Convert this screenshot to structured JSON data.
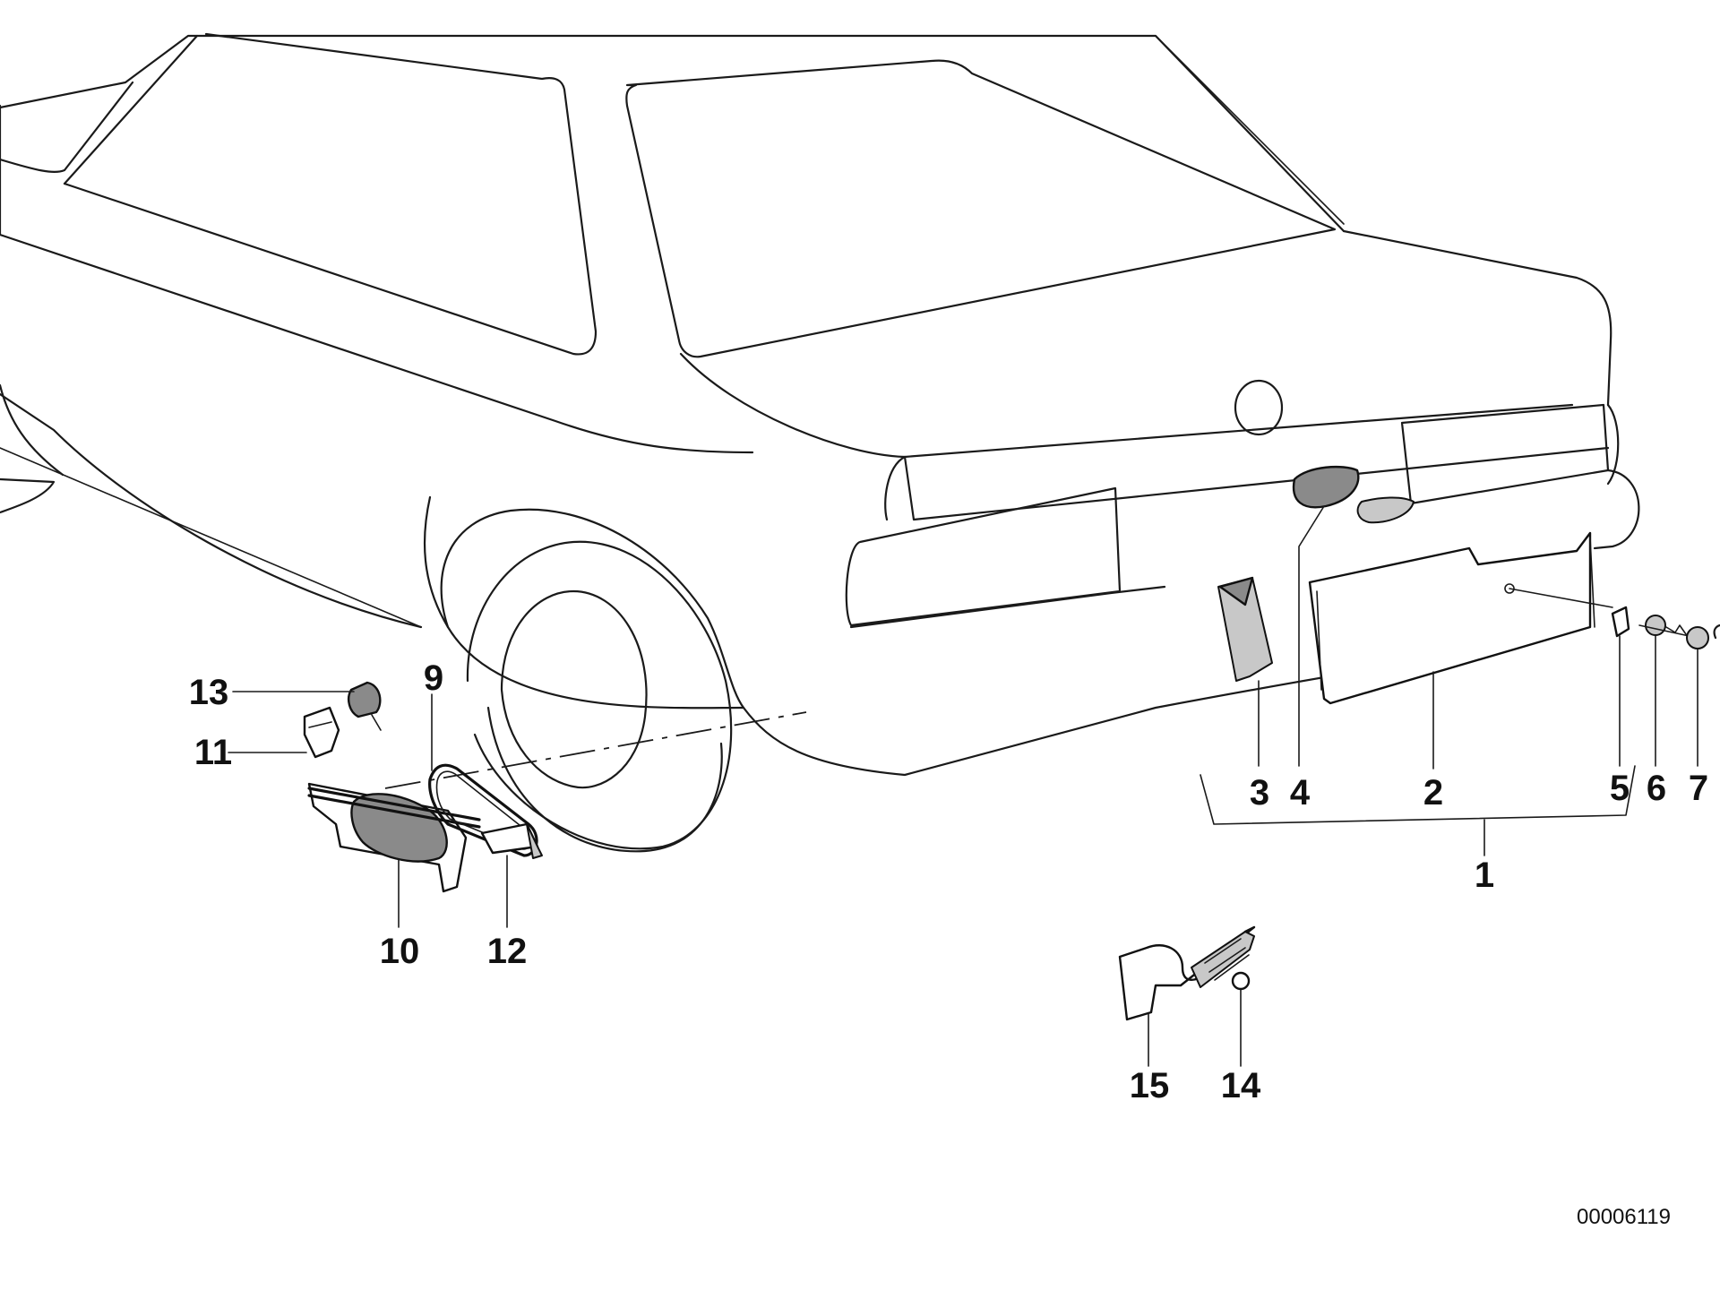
{
  "diagram": {
    "callouts": [
      {
        "id": "1",
        "label": "1"
      },
      {
        "id": "2",
        "label": "2"
      },
      {
        "id": "3",
        "label": "3"
      },
      {
        "id": "4",
        "label": "4"
      },
      {
        "id": "5",
        "label": "5"
      },
      {
        "id": "6",
        "label": "6"
      },
      {
        "id": "7",
        "label": "7"
      },
      {
        "id": "9",
        "label": "9"
      },
      {
        "id": "10",
        "label": "10"
      },
      {
        "id": "11",
        "label": "11"
      },
      {
        "id": "12",
        "label": "12"
      },
      {
        "id": "13",
        "label": "13"
      },
      {
        "id": "14",
        "label": "14"
      },
      {
        "id": "15",
        "label": "15"
      }
    ],
    "reference_number": "00006119"
  }
}
